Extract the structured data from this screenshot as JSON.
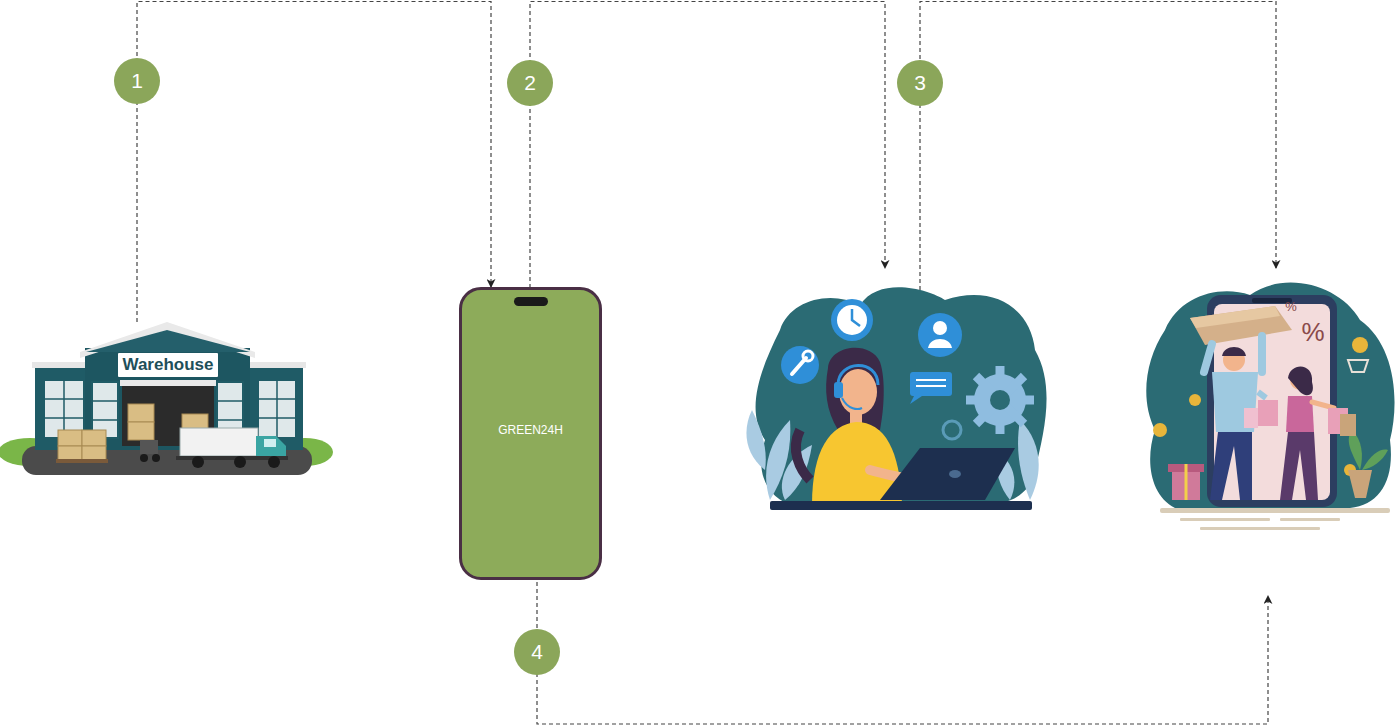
{
  "diagram": {
    "nodes": [
      {
        "text": [
          "Warehouse"
        ]
      },
      {
        "text": [
          "GREEN24H"
        ]
      }
    ],
    "edges": [
      {
        "from": 0,
        "to": 1,
        "arrow": "to",
        "label": "1"
      }
    ],
    "labels": [
      "2",
      "3",
      "4",
      "%",
      "%"
    ]
  }
}
